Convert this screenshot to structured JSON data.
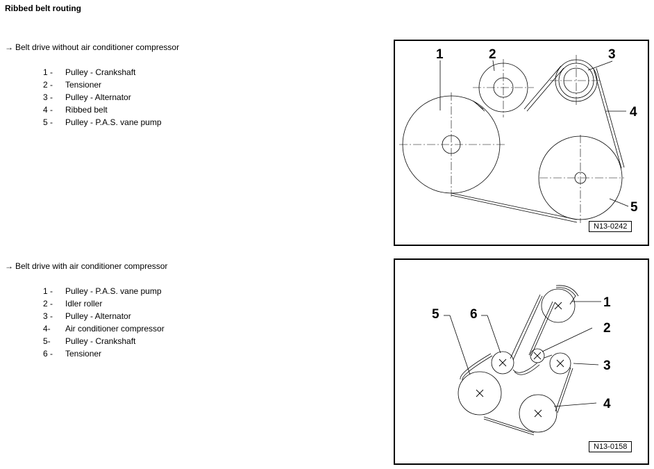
{
  "title": "Ribbed belt routing",
  "arrow": "→",
  "section1": {
    "heading": "Belt drive without air conditioner compressor",
    "items": [
      {
        "num": "1 -",
        "label": "Pulley - Crankshaft"
      },
      {
        "num": "2 -",
        "label": "Tensioner"
      },
      {
        "num": "3 -",
        "label": "Pulley - Alternator"
      },
      {
        "num": "4 -",
        "label": "Ribbed belt"
      },
      {
        "num": "5 -",
        "label": "Pulley - P.A.S. vane pump"
      }
    ],
    "figure_id": "N13-0242",
    "callouts": [
      "1",
      "2",
      "3",
      "4",
      "5"
    ]
  },
  "section2": {
    "heading": "Belt drive with air conditioner compressor",
    "items": [
      {
        "num": "1 -",
        "label": "Pulley - P.A.S. vane pump"
      },
      {
        "num": "2 -",
        "label": "Idler roller"
      },
      {
        "num": "3 -",
        "label": "Pulley - Alternator"
      },
      {
        "num": "4-",
        "label": "Air conditioner compressor"
      },
      {
        "num": "5-",
        "label": "Pulley - Crankshaft"
      },
      {
        "num": "6 -",
        "label": "Tensioner"
      }
    ],
    "figure_id": "N13-0158",
    "callouts": [
      "1",
      "2",
      "3",
      "4",
      "5",
      "6"
    ]
  }
}
